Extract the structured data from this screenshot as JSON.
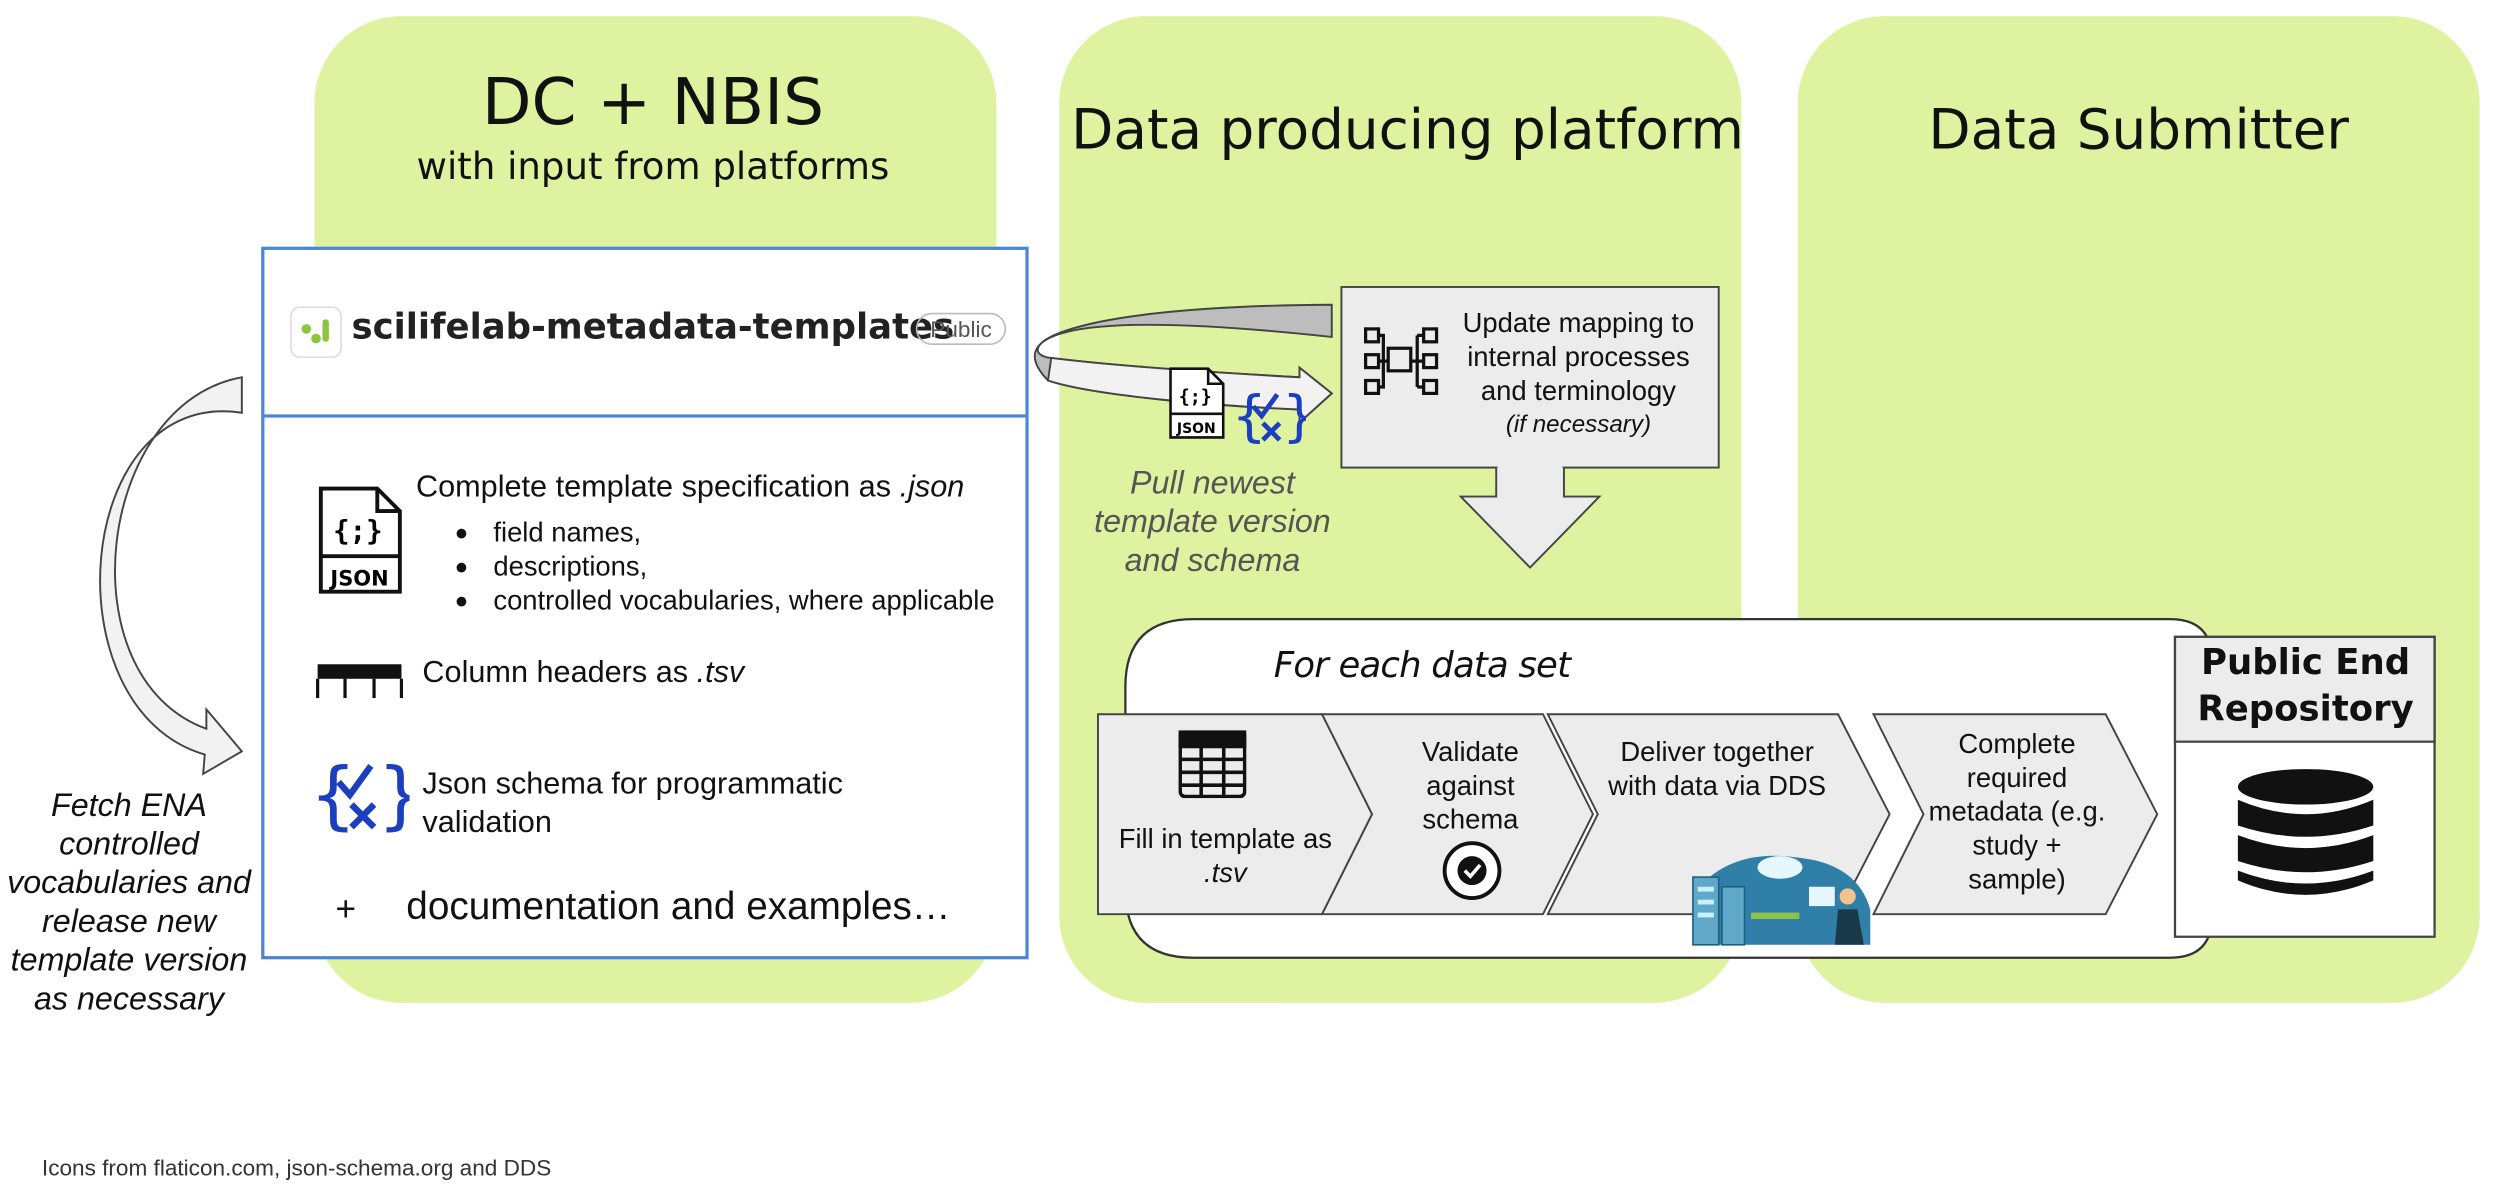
{
  "columns": {
    "dc_nbis": {
      "title": "DC + NBIS",
      "subtitle": "with input from platforms"
    },
    "platform": {
      "title": "Data producing platform"
    },
    "submitter": {
      "title": "Data Submitter"
    }
  },
  "repo": {
    "name": "scilifelab-metadata-templates",
    "badge": "Public",
    "items": [
      {
        "icon": "json-file-icon",
        "text": "Complete template specification as ",
        "ext": ".json",
        "bullets": [
          "field names,",
          "descriptions,",
          "controlled vocabularies, where applicable"
        ]
      },
      {
        "icon": "table-header-icon",
        "text": "Column headers as ",
        "ext": ".tsv"
      },
      {
        "icon": "json-schema-icon",
        "text": "Json schema for programmatic validation"
      },
      {
        "icon": "plus-icon",
        "prefix": "+",
        "text": "documentation and examples…"
      }
    ]
  },
  "left_note": "Fetch ENA controlled vocabularies and release new template version as necessary",
  "pull_note": "Pull newest template version and schema",
  "mapping": {
    "text": "Update mapping to internal processes and terminology",
    "note": "(if necessary)"
  },
  "workflow": {
    "label": "For each data set",
    "steps": [
      {
        "text": "Fill in template as ",
        "ext": ".tsv",
        "icon": "table-icon"
      },
      {
        "text": "Validate against schema",
        "icon": "check-circle-icon"
      },
      {
        "text": "Deliver together with data via DDS",
        "icon": "dds-illustration-icon"
      },
      {
        "text": "Complete required metadata (e.g. study + sample)"
      }
    ]
  },
  "repository": {
    "title": "Public End Repository",
    "icon": "database-icon"
  },
  "credit": "Icons from flaticon.com, json-schema.org and DDS",
  "colors": {
    "panel": "#dff29f",
    "repo_border": "#4a86d8",
    "grey_box": "#ececec",
    "schema_blue": "#1b3fbf",
    "logo_green": "#8cc63f"
  }
}
